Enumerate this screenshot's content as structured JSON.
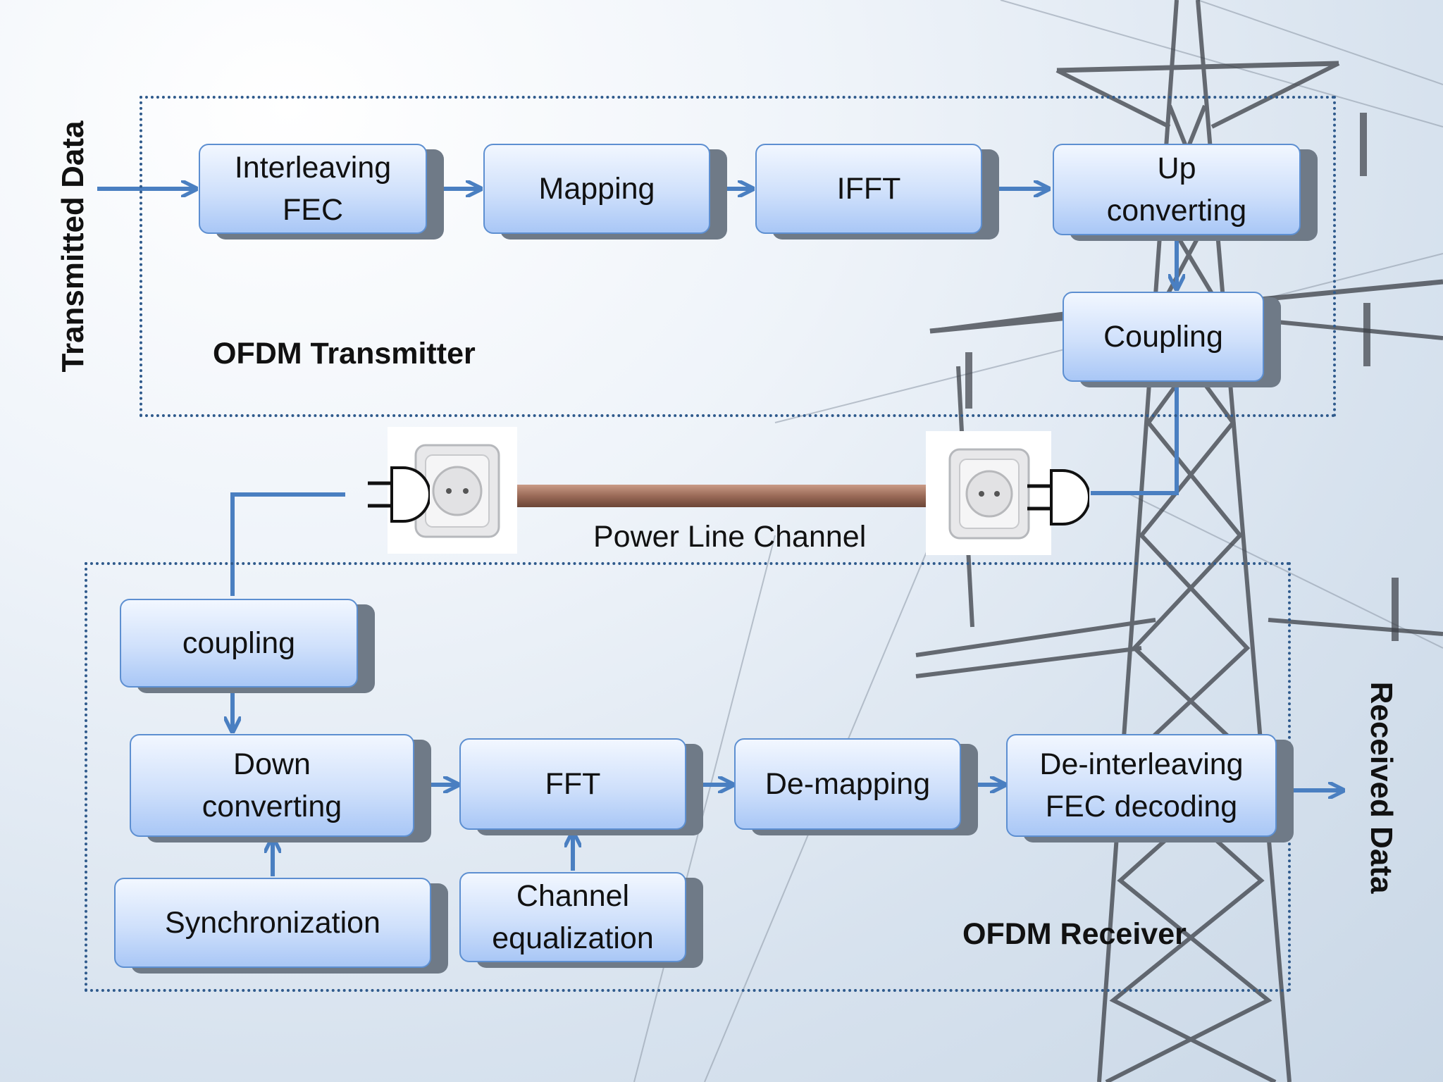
{
  "side_labels": {
    "transmitted": "Transmitted Data",
    "received": "Received Data"
  },
  "transmitter": {
    "title": "OFDM Transmitter",
    "blocks": {
      "interleaving": "Interleaving\nFEC",
      "mapping": "Mapping",
      "ifft": "IFFT",
      "upconverting": "Up\nconverting",
      "coupling": "Coupling"
    }
  },
  "channel": {
    "label": "Power Line Channel"
  },
  "receiver": {
    "title": "OFDM Receiver",
    "blocks": {
      "coupling": "coupling",
      "downconverting": "Down\nconverting",
      "fft": "FFT",
      "demapping": "De-mapping",
      "deinterleaving": "De-interleaving\nFEC decoding",
      "synchronization": "Synchronization",
      "equalization": "Channel\nequalization"
    }
  },
  "colors": {
    "arrow": "#4a7fc1",
    "block_top": "#f2f7ff",
    "block_bottom": "#a9c7f6",
    "region_border": "#2f5a8c",
    "cable": "#9a6a58"
  }
}
